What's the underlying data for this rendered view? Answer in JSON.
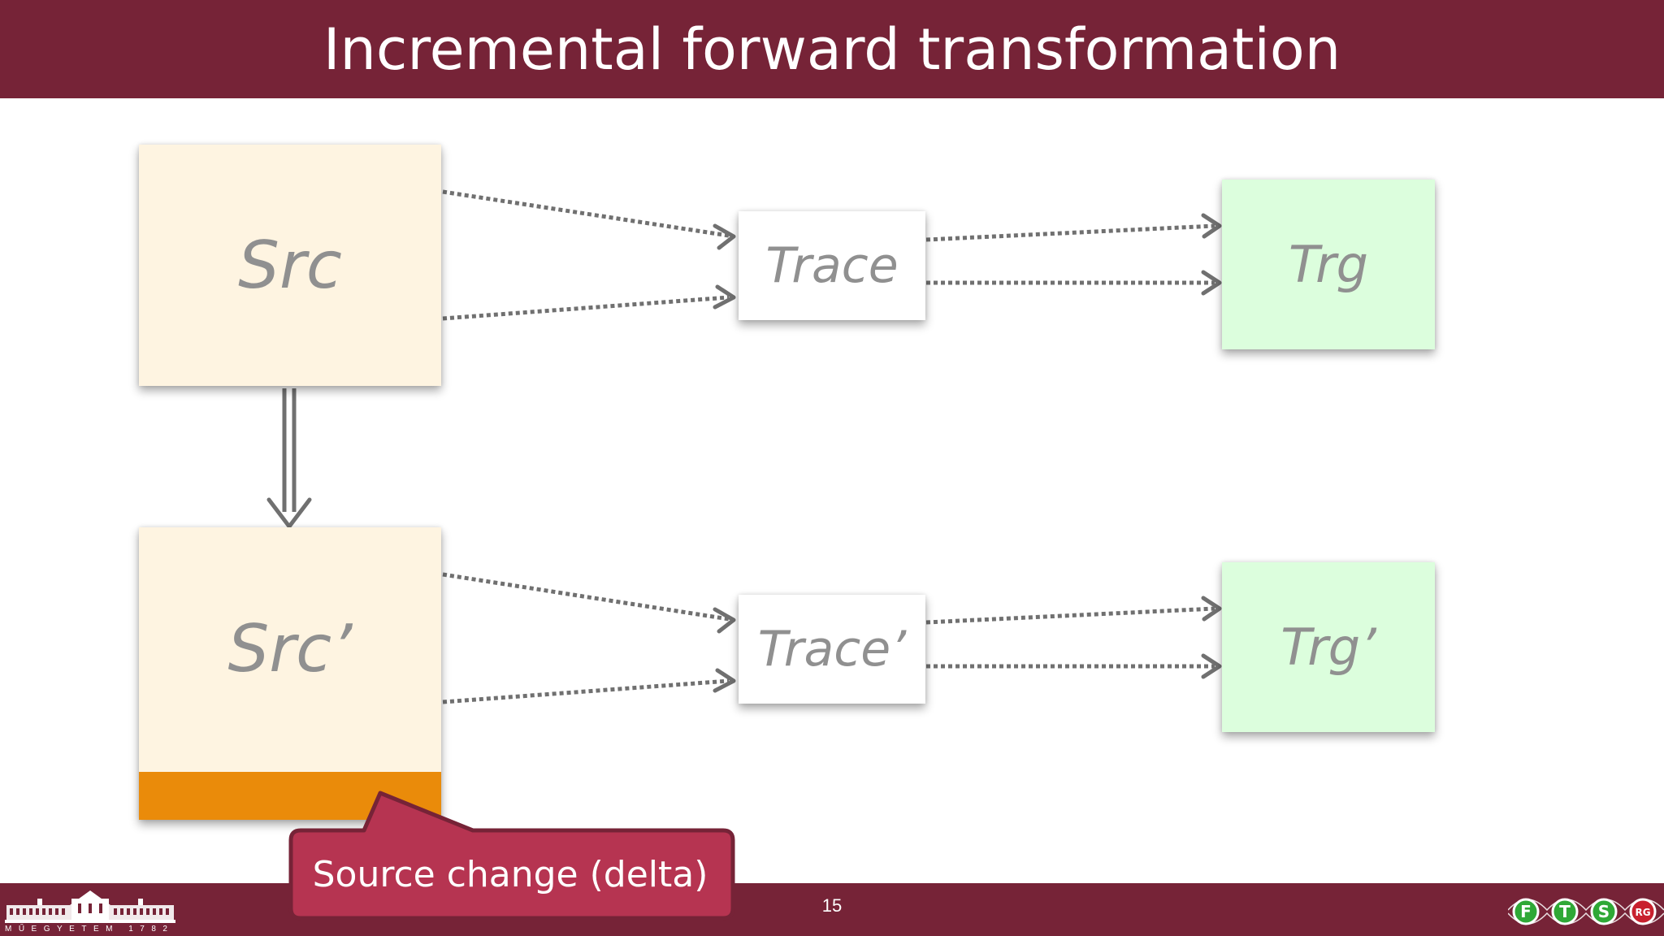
{
  "slide": {
    "title": "Incremental forward transformation",
    "page_number": "15"
  },
  "diagram": {
    "nodes": {
      "src": "Src",
      "trace": "Trace",
      "trg": "Trg",
      "src_prime": "Src’",
      "trace_prime": "Trace’",
      "trg_prime": "Trg’"
    },
    "callout": "Source change (delta)"
  },
  "footer": {
    "left_logo_caption": "MŰEGYETEM 1782",
    "right_logo_letters": [
      "F",
      "T",
      "S",
      "RG"
    ]
  },
  "colors": {
    "title_bar": "#762337",
    "src_box": "#fef4e1",
    "trace_box": "#ffffff",
    "trg_box": "#dcfedd",
    "delta_strip": "#ea8b0a",
    "callout_fill": "#b63451",
    "callout_border": "#762337",
    "connector": "#707070",
    "label_gray": "#909090"
  }
}
